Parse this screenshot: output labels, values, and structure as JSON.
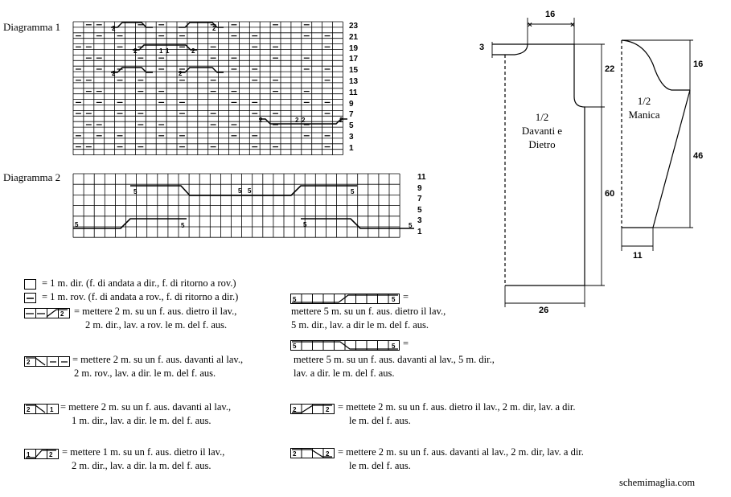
{
  "diagram1": {
    "title": "Diagramma 1",
    "row_labels": [
      "23",
      "21",
      "19",
      "17",
      "15",
      "13",
      "11",
      "9",
      "7",
      "5",
      "3",
      "1"
    ]
  },
  "diagram2": {
    "title": "Diagramma 2",
    "row_labels": [
      "11",
      "9",
      "7",
      "5",
      "3",
      "1"
    ]
  },
  "schematic": {
    "body_label": [
      "1/2",
      "Davanti e",
      "Dietro"
    ],
    "sleeve_label": [
      "1/2",
      "Manica"
    ],
    "dims": {
      "top_width": "16",
      "shoulder_drop": "3",
      "armhole": "22",
      "body_length": "60",
      "bottom_width": "26",
      "sleeve_cap": "16",
      "sleeve_length": "46",
      "cuff_width": "11"
    }
  },
  "cable_numbers": {
    "two": "2",
    "one": "1",
    "five": "5"
  },
  "legend": {
    "knit": "= 1 m. dir. (f. di andata a dir., f. di ritorno a rov.)",
    "purl": "= 1 m. rov. (f. di andata a rov., f. di ritorno a dir.)",
    "c2_back": [
      "= mettere 2 m. su un f. aus. dietro il lav.,",
      "2 m. dir., lav. a rov. le m. del f. aus."
    ],
    "c2_front_purl": [
      "= mettere 2 m. su un f. aus. davanti al lav.,",
      "2 m. rov., lav. a dir. le m. del f. aus."
    ],
    "c2_front_1": [
      "= mettere 2 m. su un f. aus. davanti al lav.,",
      "1 m. dir., lav. a dir. le m. del f. aus."
    ],
    "c1_back": [
      "= mettere 1 m. su un f. aus. dietro il lav.,",
      "2 m. dir., lav. a dir. la m. del f. aus."
    ],
    "c5_back": [
      "=",
      "mettere 5 m. su un f. aus. dietro il lav.,",
      "5 m. dir., lav. a dir le m. del f. aus."
    ],
    "c5_front": [
      "=",
      "mettere 5 m. su un f. aus. davanti al lav., 5 m. dir.,",
      "lav. a dir. le m. del f. aus."
    ],
    "c2_back_knit": [
      "= mettete 2 m. su un f. aus. dietro il lav., 2 m. dir, lav. a dir.",
      "le m. del f. aus."
    ],
    "c2_front_knit": [
      "= mettere 2 m. su un f. aus. davanti al lav., 2 m. dir, lav. a dir.",
      "le m. del f. aus."
    ]
  },
  "watermark": "schemimaglia.com"
}
